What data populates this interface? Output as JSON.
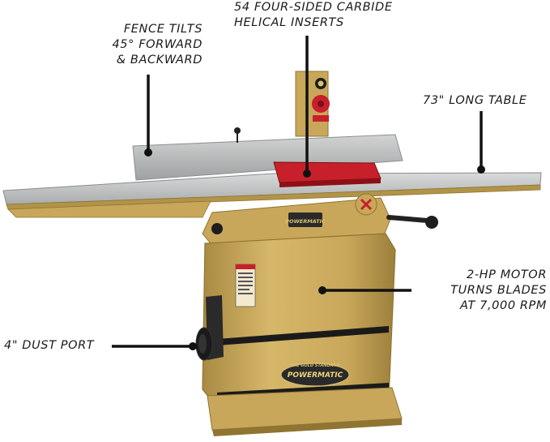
{
  "callouts": {
    "fence": {
      "line1": "FENCE TILTS",
      "line2": "45° FORWARD",
      "line3": "& BACKWARD"
    },
    "inserts": {
      "line1": "54 FOUR-SIDED CARBIDE",
      "line2": "HELICAL INSERTS"
    },
    "table": {
      "line1": "73\" LONG TABLE"
    },
    "motor": {
      "line1": "2-HP MOTOR",
      "line2": "TURNS BLADES",
      "line3": "AT 7,000 RPM"
    },
    "dust": {
      "line1": "4\" DUST PORT"
    }
  },
  "branding": {
    "head_logo": "POWERMATIC",
    "base_logo": "POWERMATIC",
    "base_tagline": "THE GOLD STANDARD"
  },
  "colors": {
    "machine_yellow": "#c9a75a",
    "machine_shadow": "#8f7432",
    "table_silver": "#c4c6c6",
    "guard_red": "#c8202a",
    "text": "#1a1a1a"
  }
}
